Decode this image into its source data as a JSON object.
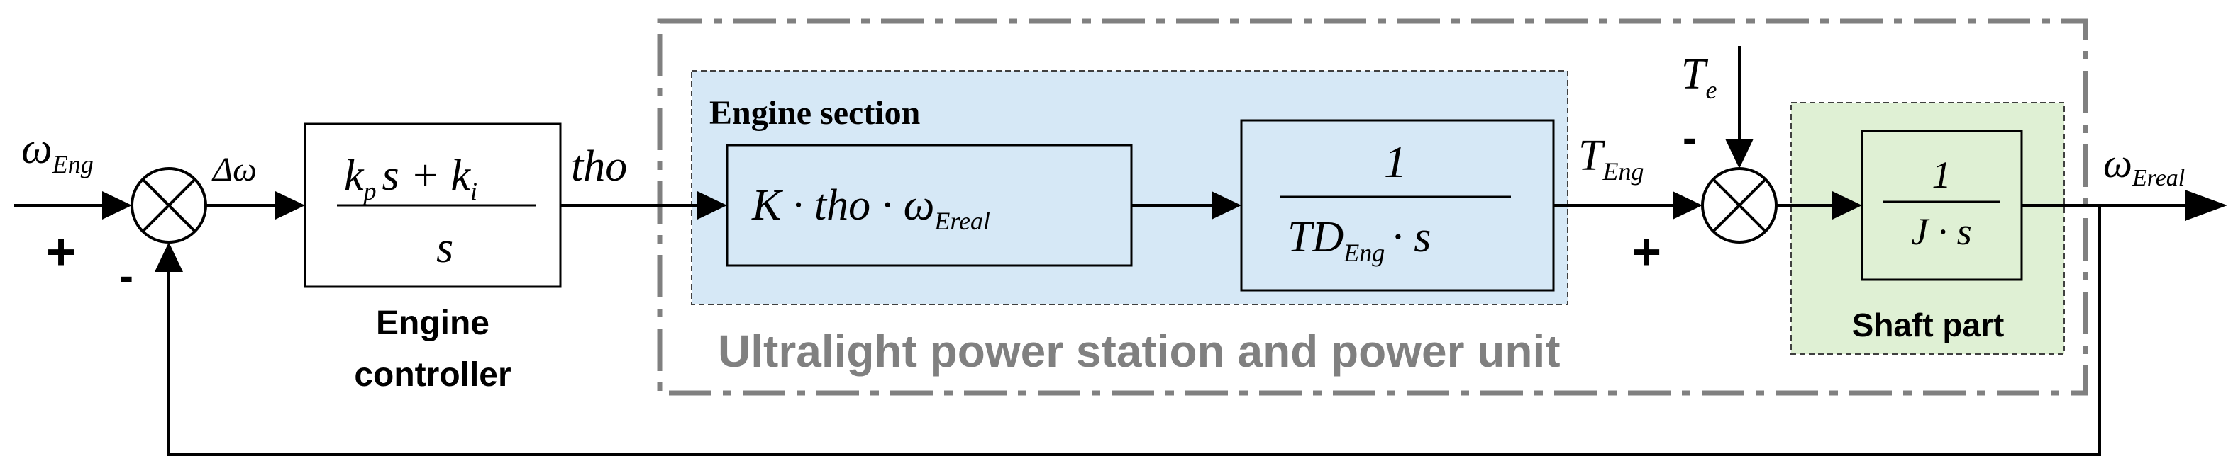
{
  "signals": {
    "omega_eng_base": "ω",
    "omega_eng_sub": "Eng",
    "delta_omega": "Δω",
    "tho": "tho",
    "t_eng_base": "T",
    "t_eng_sub": "Eng",
    "te_base": "T",
    "te_sub": "e",
    "omega_ereal_base": "ω",
    "omega_ereal_sub": "Ereal"
  },
  "signs": {
    "sum1_plus": "+",
    "sum1_minus": "-",
    "sum2_plus": "+",
    "sum2_minus": "-"
  },
  "controller": {
    "num_k": "k",
    "num_kp_sub": "p",
    "num_s_plus": "s + k",
    "num_ki_sub": "i",
    "den": "s",
    "label_line1": "Engine",
    "label_line2": "controller"
  },
  "engine_gain": {
    "expr_k": "K · tho · ω",
    "expr_sub": "Ereal"
  },
  "engine_lag": {
    "num": "1",
    "den_base": "TD",
    "den_sub": "Eng",
    "den_rest": "· s"
  },
  "shaft": {
    "num": "1",
    "den": "J · s",
    "label": "Shaft part"
  },
  "sections": {
    "engine_section": "Engine section",
    "power_station": "Ultralight power station and power unit"
  },
  "colors": {
    "engine_fill": "#d6e8f6",
    "shaft_fill": "#dff0d4",
    "dashdot": "#808080",
    "gray_text": "#808080",
    "line": "#000000"
  }
}
